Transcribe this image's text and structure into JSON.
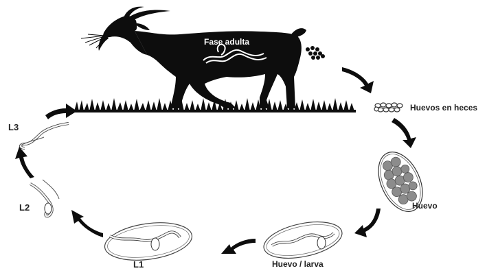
{
  "labels": {
    "adult_stage": "Fase adulta",
    "eggs_in_feces": "Huevos en heces",
    "egg": "Huevo",
    "egg_larva": "Huevo / larva",
    "l1": "L1",
    "l2": "L2",
    "l3": "L3"
  },
  "colors": {
    "silhouette": "#0d0d0d",
    "egg_gray": "#8c8c8c",
    "larva_fill": "#f4f4f4",
    "outline": "#333333"
  }
}
